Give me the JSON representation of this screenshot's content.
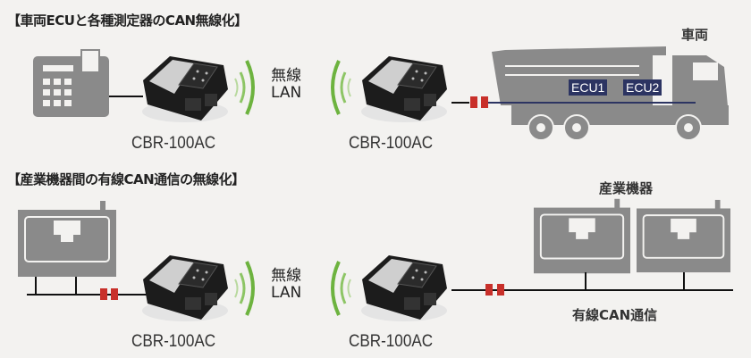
{
  "section1": {
    "title": "【車両ECUと各種測定器のCAN無線化】",
    "wireless_label_line1": "無線",
    "wireless_label_line2": "LAN",
    "device_left_label": "CBR-100AC",
    "device_right_label": "CBR-100AC",
    "vehicle_label": "車両",
    "ecu1_label": "ECU1",
    "ecu2_label": "ECU2"
  },
  "section2": {
    "title": "【産業機器間の有線CAN通信の無線化】",
    "wireless_label_line1": "無線",
    "wireless_label_line2": "LAN",
    "device_left_label": "CBR-100AC",
    "device_right_label": "CBR-100AC",
    "machines_label": "産業機器",
    "bus_label": "有線CAN通信"
  },
  "colors": {
    "background": "#f3f2f0",
    "equipment_gray": "#8a8a8a",
    "wireless_green": "#6db33f",
    "connector_red": "#c8302a",
    "can_bus_navy": "#2c3462"
  }
}
